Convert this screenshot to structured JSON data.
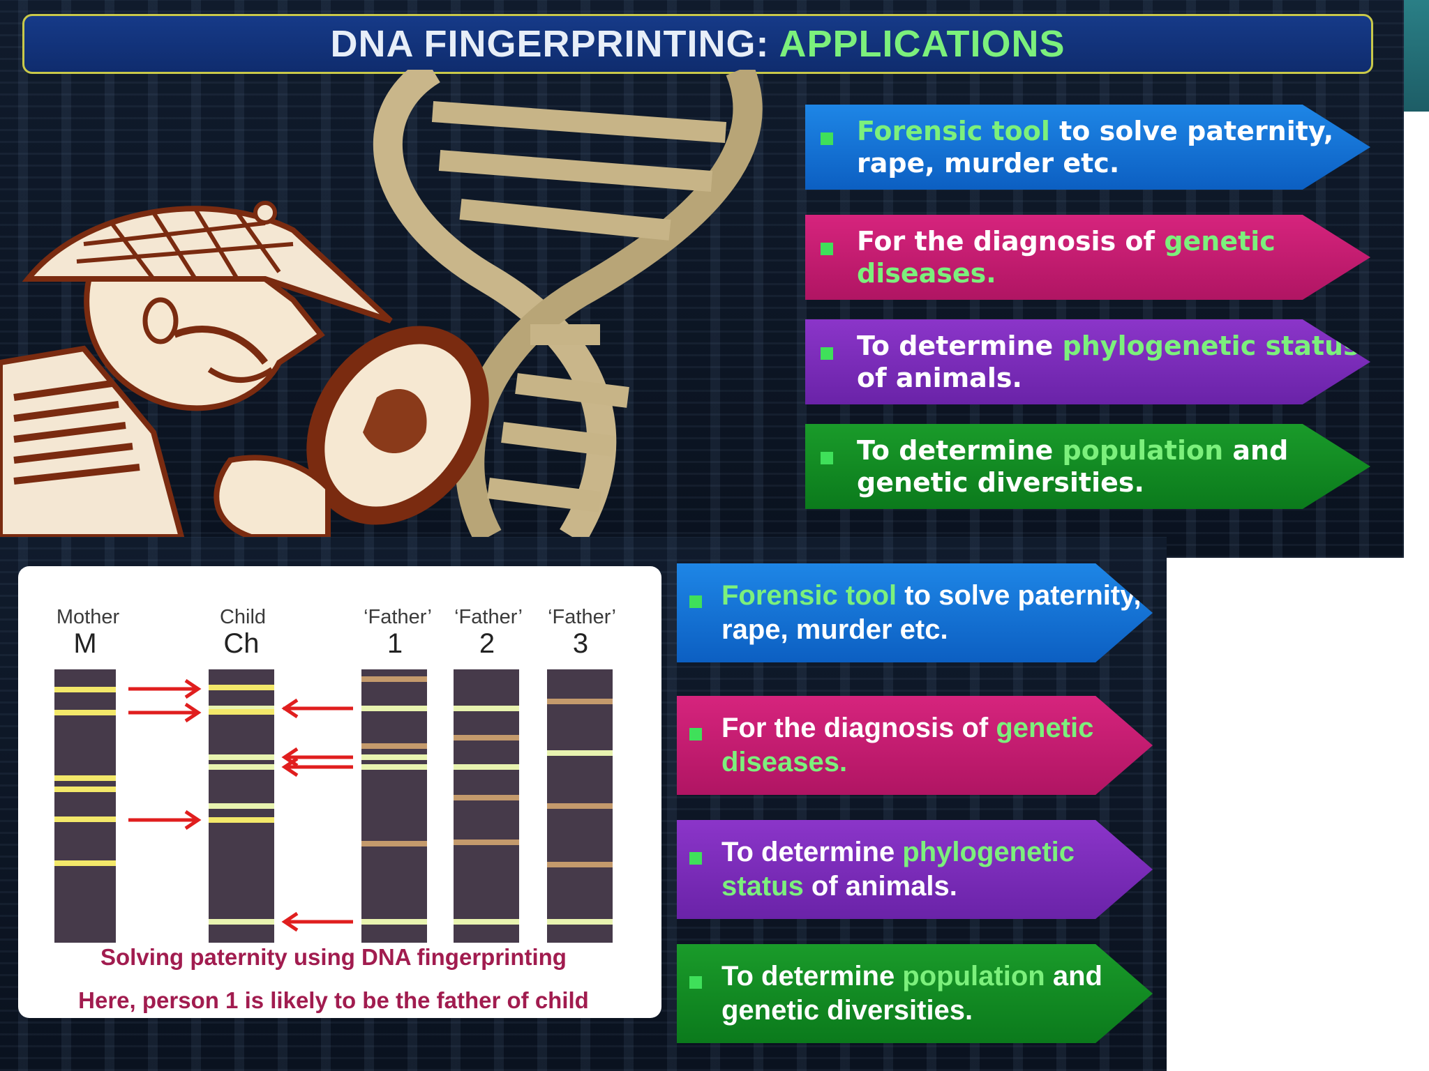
{
  "title": {
    "main": "DNA FINGERPRINTING: ",
    "accent": "APPLICATIONS"
  },
  "applications": [
    {
      "pre": "",
      "hl": "Forensic tool",
      "post": " to solve paternity, rape, murder etc.",
      "color": "#1378d8"
    },
    {
      "pre": "For the diagnosis of ",
      "hl": "genetic diseases.",
      "post": "",
      "color": "#c51c72"
    },
    {
      "pre": "To determine ",
      "hl": "phylogenetic status",
      "post": " of animals.",
      "color": "#7a2cb8"
    },
    {
      "pre": "To determine ",
      "hl": "population",
      "post": " and genetic diversities.",
      "color": "#138a23"
    }
  ],
  "paternity": {
    "lanes": [
      {
        "label": "Mother",
        "code": "M"
      },
      {
        "label": "Child",
        "code": "Ch"
      },
      {
        "label": "‘Father’",
        "code": "1"
      },
      {
        "label": "‘Father’",
        "code": "2"
      },
      {
        "label": "‘Father’",
        "code": "3"
      }
    ],
    "caption_line1": "Solving paternity using DNA fingerprinting",
    "caption_line2": "Here, person 1 is likely to be the father of child"
  },
  "colors": {
    "accent_green": "#7cf07c",
    "title_bg": "#163a88",
    "band_yellow": "#f3e86a",
    "band_tan": "#c49a6c",
    "lane": "#463a4a",
    "arrow_red": "#e01e1e"
  }
}
